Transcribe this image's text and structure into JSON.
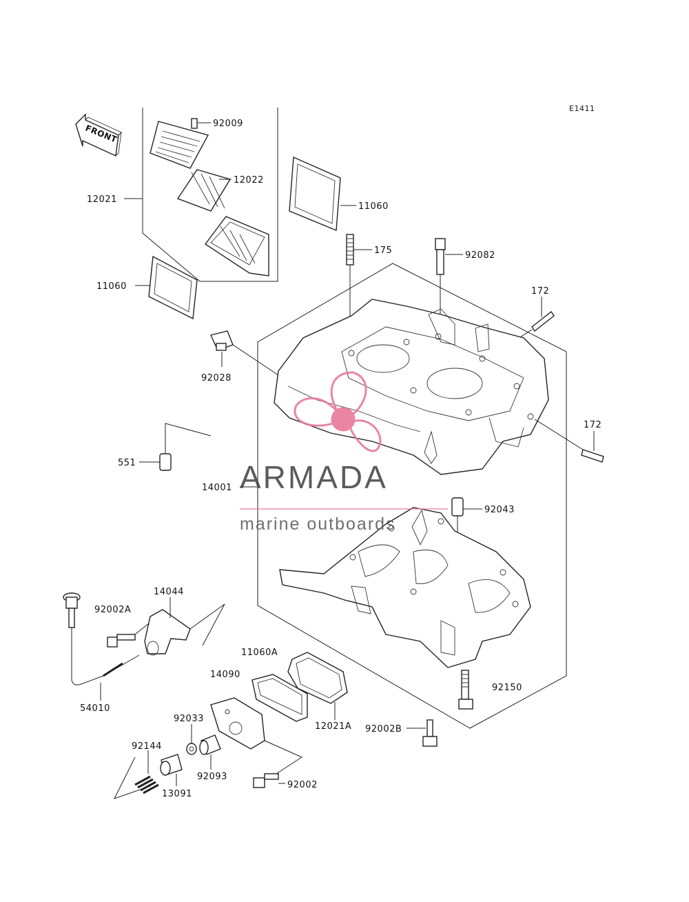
{
  "diagram_code": "E1411",
  "front_marker": "FRONT",
  "watermark": {
    "brand": "ARMADA",
    "tagline": "marine outboards",
    "accent_color": "#e8789b",
    "text_color": "#3f3f3f"
  },
  "labels": {
    "l92009": "92009",
    "l12022": "12022",
    "l12021": "12021",
    "l11060_top": "11060",
    "l175": "175",
    "l92082": "92082",
    "l172_top": "172",
    "l11060_left": "11060",
    "l92028": "92028",
    "l172_right": "172",
    "l551": "551",
    "l14001": "14001",
    "l92043": "92043",
    "l14044": "14044",
    "l92002A": "92002A",
    "l11060A": "11060A",
    "l14090": "14090",
    "l92150": "92150",
    "l54010": "54010",
    "l12021A": "12021A",
    "l92033": "92033",
    "l92002B": "92002B",
    "l92144": "92144",
    "l92093": "92093",
    "l92002": "92002",
    "l13091": "13091"
  }
}
